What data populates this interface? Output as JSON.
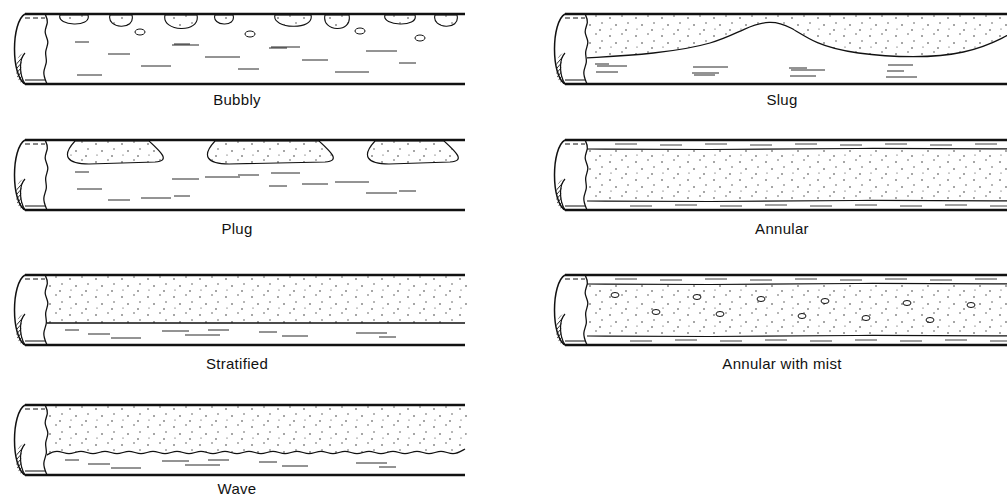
{
  "diagram": {
    "labels": [
      "Bubbly",
      "Slug",
      "Plug",
      "Annular",
      "Stratified",
      "Annular with mist",
      "Wave"
    ]
  }
}
